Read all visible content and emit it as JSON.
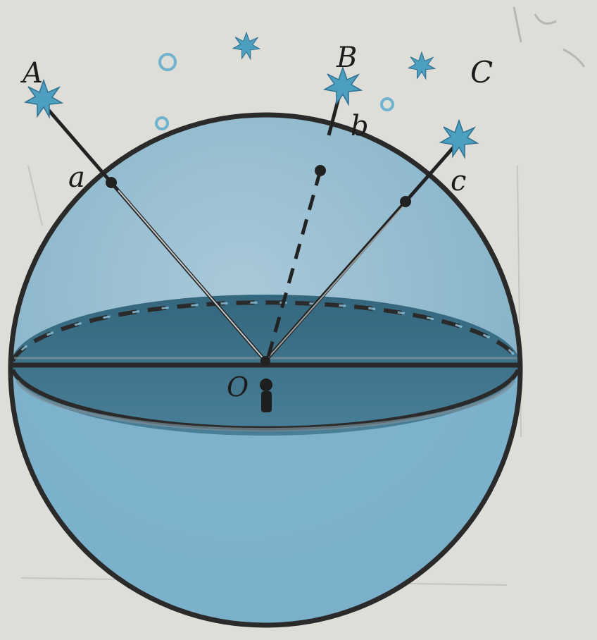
{
  "labels": {
    "star_A": "A",
    "star_B": "B",
    "star_C": "C",
    "point_a": "a",
    "point_b": "b",
    "point_c": "c",
    "center": "O"
  },
  "colors": {
    "paper": "#d9d8d3",
    "sphere": "#8fb8cc",
    "sphere_lower": "#7fb1cb",
    "horizon_plane": "#3d6f86",
    "outline": "#2a2a2a",
    "star": "#4d9fc0"
  },
  "icons": {
    "star": "star-icon",
    "observer": "observer-icon"
  }
}
